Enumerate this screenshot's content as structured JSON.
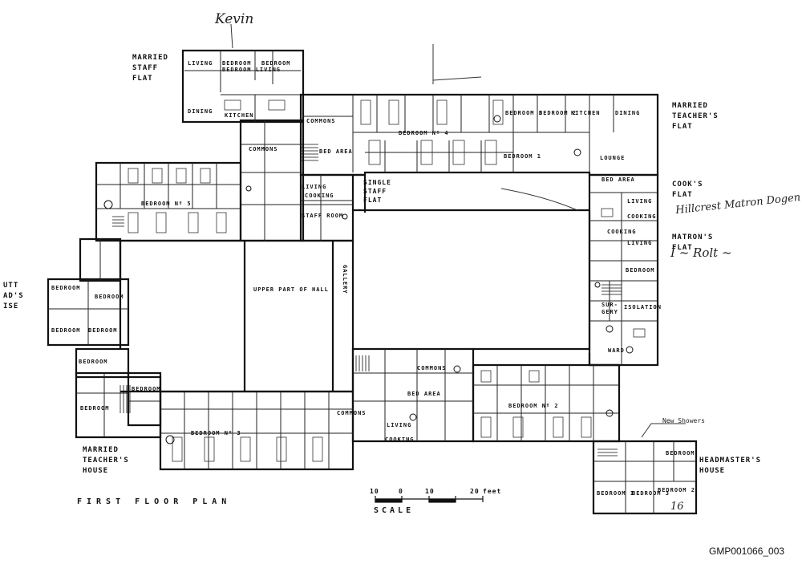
{
  "document": {
    "title": "FIRST FLOOR PLAN",
    "reference": "GMP001066_003"
  },
  "scale_bar": {
    "ticks": [
      "10",
      "0",
      "10",
      "20"
    ],
    "unit": "feet",
    "label": "SCALE"
  },
  "side_labels": {
    "married_staff_flat": "MARRIED\nSTAFF\nFLAT",
    "married_teachers_flat": "MARRIED\nTEACHER'S\nFLAT",
    "cooks_flat": "COOK'S\nFLAT",
    "matrons_flat": "MATRON'S\nFLAT",
    "married_teachers_house": "MARRIED\nTEACHER'S\nHOUSE",
    "headmasters_house": "HEADMASTER'S\nHOUSE",
    "cut_left": "UTT\nAD'S\nISE",
    "single_staff_flat": "SINGLE\nSTAFF\nFLAT"
  },
  "annotations": {
    "kevin": "Kevin",
    "cooks_note": "Hillcrest Matron Dogen",
    "matron_note": "I ~ Rolt ~",
    "new_showers": "New Showers",
    "number_16": "16"
  },
  "rooms": {
    "living": "LIVING",
    "bedroom": "BEDROOM",
    "bedroom_living": "BEDROOM LIVING",
    "dining": "DINING",
    "kitchen": "KITCHEN",
    "commons": "COMMONS",
    "commons2": "COMMONS",
    "commons3": "COMMONS",
    "commons4": "COMMONS",
    "bed_area": "BED AREA",
    "bed_area2": "BED AREA",
    "bed_area3": "BED AREA",
    "bedroom_4": "BEDROOM Nº 4",
    "bedroom_1": "BEDROOM 1",
    "bedroom_2": "BEDROOM 2",
    "bedroom_3": "BEDROOM 3",
    "bedroom_b": "BEDROOM",
    "bedroom_n5": "BEDROOM Nº 5",
    "bedroom_n2": "BEDROOM Nº 2",
    "bedroom_n3": "BEDROOM Nº 3",
    "kitchen2": "KITCHEN",
    "dining2": "DINING",
    "lounge": "LOUNGE",
    "living2": "LIVING",
    "cooking": "COOKING",
    "bed_room_flat": "BEDROOM",
    "surgery": "SUR-\nGERY",
    "isolation": "ISOLATION",
    "ward": "WARD",
    "upper_hall": "UPPER PART OF HALL",
    "gallery": "GALLERY",
    "living3": "LIVING",
    "cooking2": "COOKING",
    "cooking3": "COOKING",
    "cooking4": "COOKING",
    "living4": "LIVING",
    "living5": "LIVING",
    "staff_room": "STAFF ROOM",
    "bedroom_l1": "BEDROOM",
    "bedroom_l2": "BEDROOM",
    "bedroom_l3": "BEDROOM",
    "bedroom_l4": "BEDROOM",
    "bedroom_h1": "BEDROOM 1",
    "bedroom_h3": "BEDROOM 3",
    "bedroom_h2": "BEDROOM 2",
    "bedroom_h4": "BEDROOM",
    "bedroom_m1": "BEDROOM",
    "bedroom_m2": "BEDROOM",
    "bedroom_m3": "BEDROOM"
  }
}
